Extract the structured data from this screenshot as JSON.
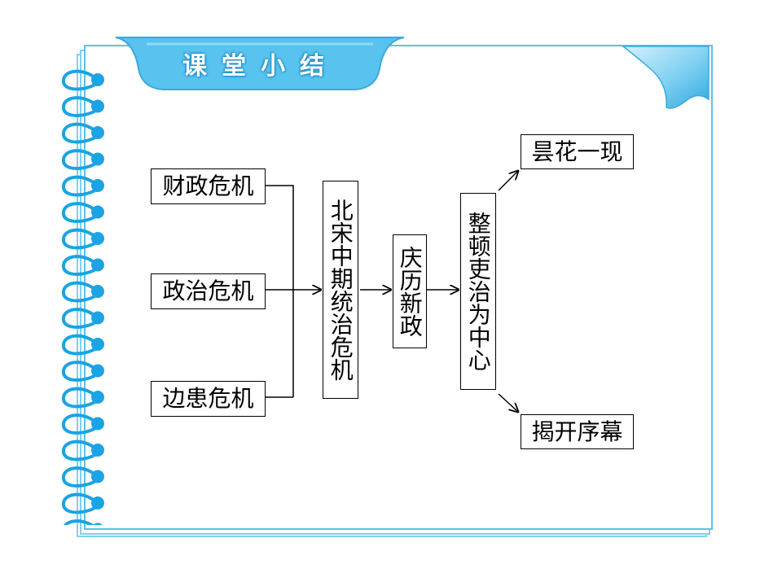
{
  "header": {
    "title": "课堂小结"
  },
  "colors": {
    "frame": "#5cc2ea",
    "tab_fill": "#59c3ef",
    "spiral": "#1ba3e3",
    "text": "#000000"
  },
  "diagram": {
    "causes": [
      "财政危机",
      "政治危机",
      "边患危机"
    ],
    "crisis": "北宋中期统治危机",
    "reform": "庆历新政",
    "focus": "整顿吏治为中心",
    "outcomes": [
      "昙花一现",
      "揭开序幕"
    ]
  }
}
